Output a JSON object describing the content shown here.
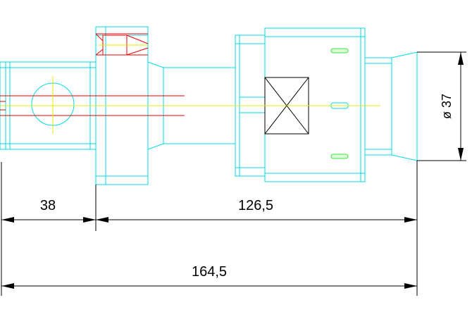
{
  "colors": {
    "outline": "#00d8e8",
    "centerline": "#e8e800",
    "hidden": "#e80000",
    "marker": "#40e040",
    "dimension": "#000000"
  },
  "dimensions": {
    "left_length": "38",
    "right_length": "126,5",
    "total_length": "164,5",
    "diameter": "ø 37"
  }
}
